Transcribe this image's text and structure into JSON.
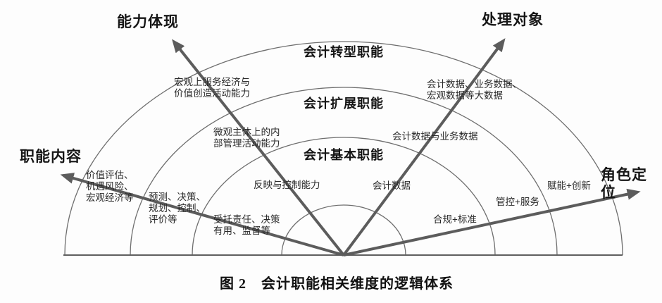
{
  "colors": {
    "background": "#fdfdfd",
    "arc_line": "#6e6e6e",
    "baseline": "#5f5f5f",
    "arrow": "#5c5c5c",
    "text": "#1f1f1f"
  },
  "diagram": {
    "caption": "图 2　会计职能相关维度的逻辑体系",
    "axis_labels": {
      "top_left": "能力体现",
      "top_right": "处理对象",
      "left": "职能内容",
      "right": "角色定位"
    },
    "rings": {
      "outer": "会计转型职能",
      "middle": "会计扩展职能",
      "inner": "会计基本职能"
    },
    "ability_axis": {
      "outer": "宏观上服务经济与\n价值创造活动能力",
      "middle": "微观主体上的内\n部管理活动能力",
      "inner": "反映与控制能力"
    },
    "object_axis": {
      "outer": "会计数据、业务数据、\n宏观数据等大数据",
      "middle": "会计数据与业务数据",
      "inner": "会计数据"
    },
    "content_axis": {
      "outer": "价值评估、\n机遇风险、\n宏观经济等",
      "middle": "预测、决策、\n规划、控制、\n评价等",
      "inner": "受托责任、决策\n有用、监督等"
    },
    "role_axis": {
      "inner": "合规+标准",
      "middle": "管控+服务",
      "outer": "赋能+创新"
    }
  }
}
